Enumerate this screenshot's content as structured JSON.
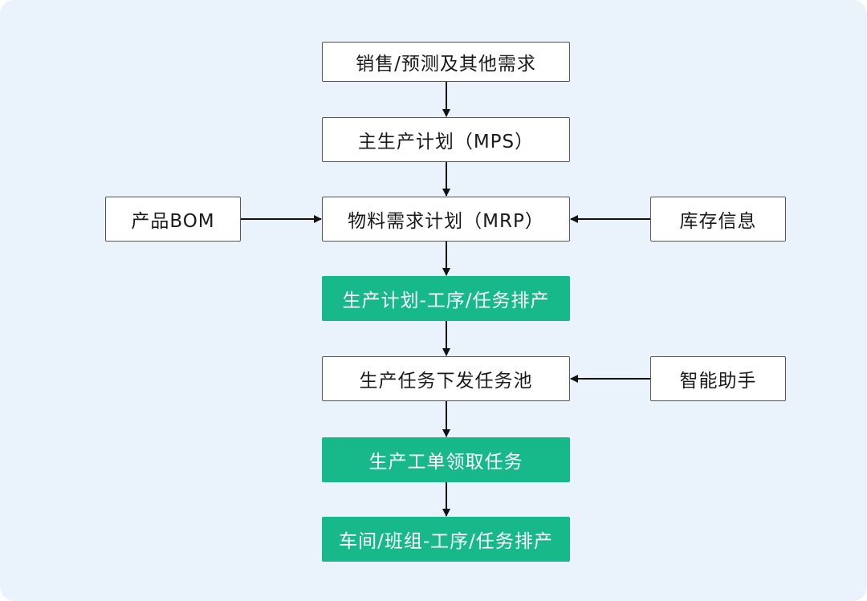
{
  "diagram": {
    "nodes": {
      "sales_demand": "销售/预测及其他需求",
      "mps": "主生产计划（MPS）",
      "mrp": "物料需求计划（MRP）",
      "product_bom": "产品BOM",
      "inventory_info": "库存信息",
      "process_schedule": "生产计划-工序/任务排产",
      "task_pool": "生产任务下发任务池",
      "smart_assistant": "智能助手",
      "work_order": "生产工单领取任务",
      "workshop_schedule": "车间/班组-工序/任务排产"
    },
    "edges": [
      {
        "from": "sales_demand",
        "to": "mps"
      },
      {
        "from": "mps",
        "to": "mrp"
      },
      {
        "from": "product_bom",
        "to": "mrp"
      },
      {
        "from": "inventory_info",
        "to": "mrp"
      },
      {
        "from": "mrp",
        "to": "process_schedule"
      },
      {
        "from": "process_schedule",
        "to": "task_pool"
      },
      {
        "from": "smart_assistant",
        "to": "task_pool"
      },
      {
        "from": "task_pool",
        "to": "work_order"
      },
      {
        "from": "work_order",
        "to": "workshop_schedule"
      }
    ],
    "colors": {
      "background": "#eaf2fc",
      "box_fill": "#ffffff",
      "box_border": "#555555",
      "highlight_fill": "#17b889",
      "highlight_text": "#ffffff",
      "text": "#1a1a1a",
      "arrow": "#111111"
    }
  }
}
